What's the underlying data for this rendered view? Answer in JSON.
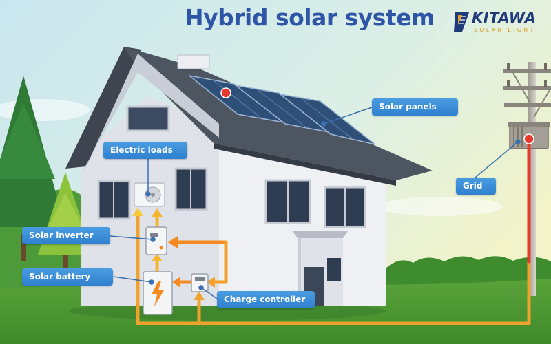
{
  "title": "Hybrid solar system",
  "logo": {
    "name": "KITAWA",
    "tagline": "SOLAR LIGHT"
  },
  "labels": {
    "solar_panels": "Solar panels",
    "electric_loads": "Electric loads",
    "grid": "Grid",
    "solar_inverter": "Solar inverter",
    "solar_battery": "Solar battery",
    "charge_controller": "Charge controller"
  },
  "colors": {
    "title": "#2f56a6",
    "label_bg": "#3a8fdb",
    "flow_red": "#e83a2c",
    "flow_orange": "#f58a20",
    "flow_yellow": "#f7c933",
    "roof": "#4d5560",
    "wall": "#e9ebef",
    "grass": "#5aa33a"
  }
}
